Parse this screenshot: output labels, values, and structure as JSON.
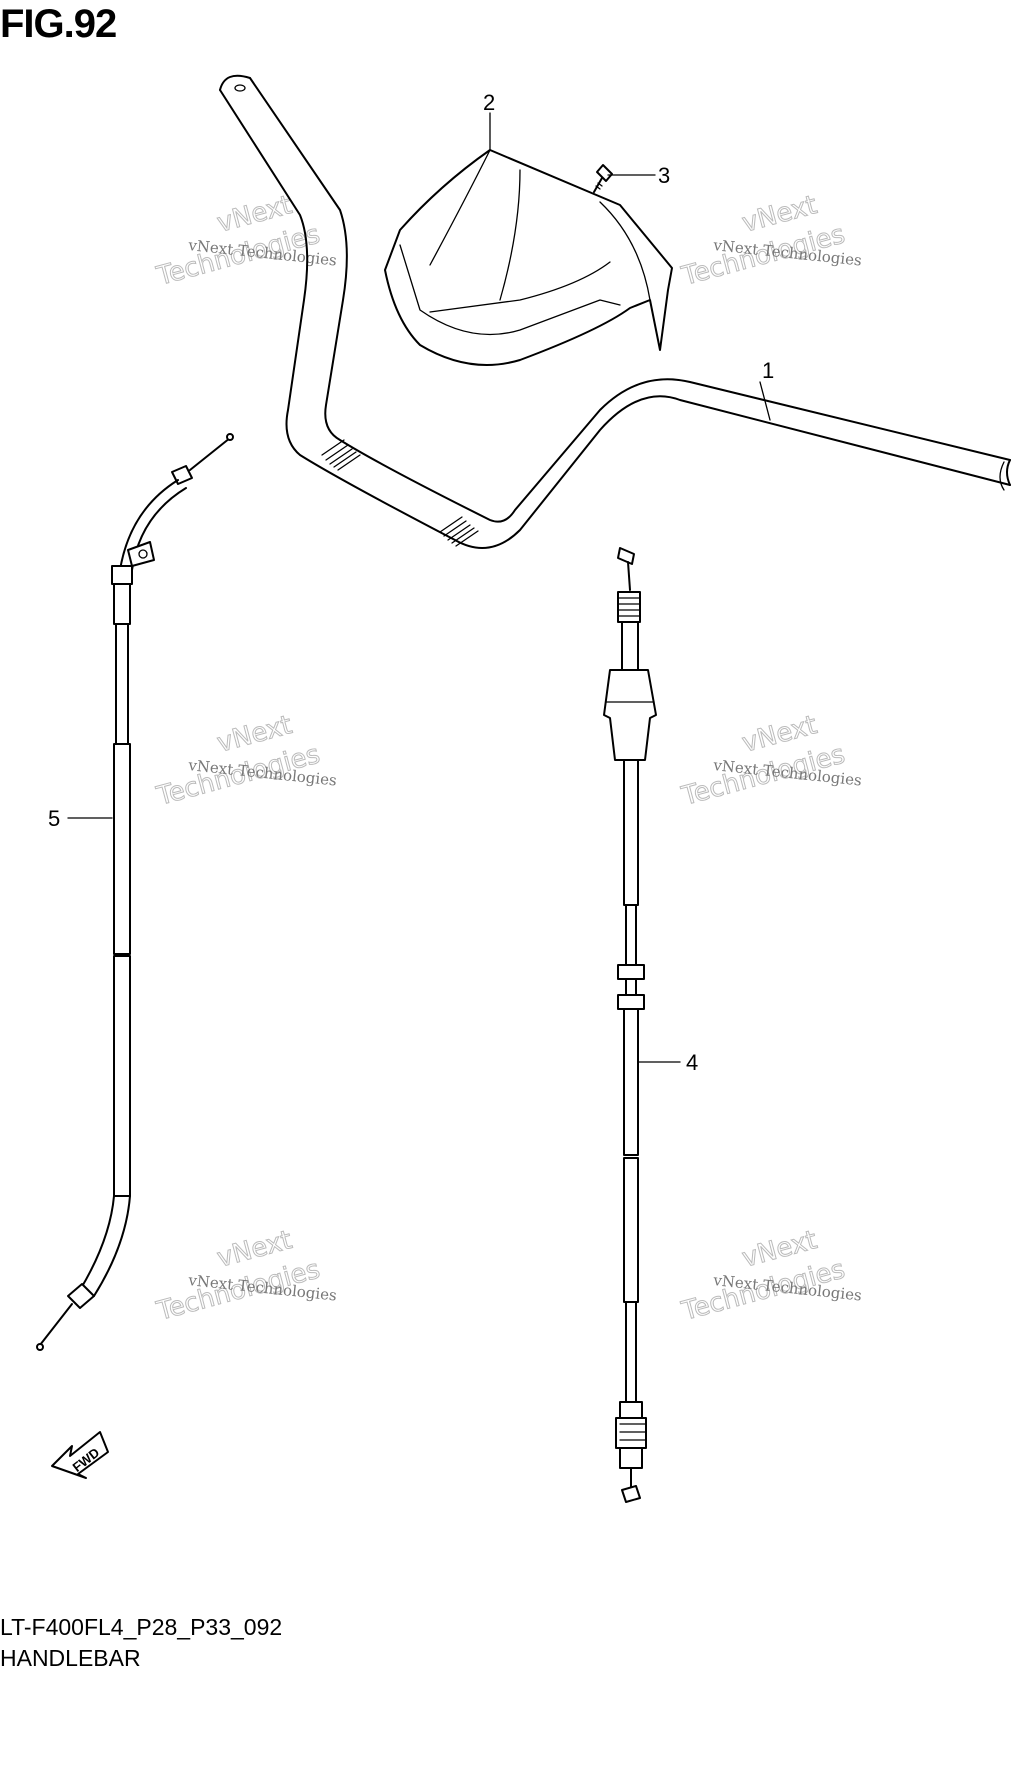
{
  "figure": {
    "title": "FIG.92",
    "code": "LT-F400FL4_P28_P33_092",
    "name": "HANDLEBAR"
  },
  "callouts": [
    {
      "id": "1",
      "label": "1"
    },
    {
      "id": "2",
      "label": "2"
    },
    {
      "id": "3",
      "label": "3"
    },
    {
      "id": "4",
      "label": "4"
    },
    {
      "id": "5",
      "label": "5"
    }
  ],
  "watermark": {
    "line1": "vNext Technologies",
    "line2": "vNext",
    "line3": "Technologies"
  },
  "fwd_label": "FWD"
}
